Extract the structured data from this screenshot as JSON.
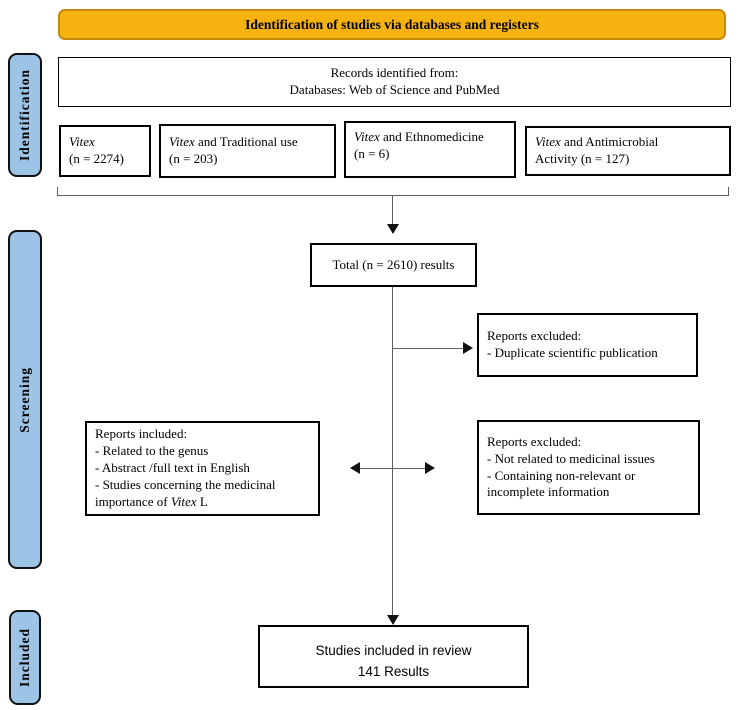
{
  "banner": {
    "title": "Identification of studies via databases and registers"
  },
  "sidebar": {
    "labels": [
      {
        "label": "Identification"
      },
      {
        "label": "Screening"
      },
      {
        "label": "Included"
      }
    ]
  },
  "records_box": {
    "line1": "Records identified from:",
    "line2": "Databases: Web of Science and PubMed"
  },
  "keyword_boxes": [
    {
      "italic": "Vitex",
      "rest": "",
      "line2": "(n = 2274)"
    },
    {
      "italic": "Vitex",
      "rest": " and Traditional use",
      "line2": "(n = 203)"
    },
    {
      "italic": "Vitex",
      "rest": " and Ethnomedicine",
      "line2": "(n = 6)"
    },
    {
      "italic": "Vitex",
      "rest": " and Antimicrobial",
      "line2": "Activity (n = 127)"
    }
  ],
  "total_box": {
    "text": "Total (n = 2610) results"
  },
  "excluded_box_1": {
    "line1": "Reports excluded:",
    "line2": "- Duplicate scientific publication"
  },
  "included_box": {
    "line1": "Reports included:",
    "line2": "- Related to the genus",
    "line3": "- Abstract /full text in English",
    "line4": "- Studies concerning the medicinal",
    "line5_pre": "importance of ",
    "line5_italic": "Vitex",
    "line5_post": " L"
  },
  "excluded_box_2": {
    "line1": "Reports excluded:",
    "line2": "- Not related to medicinal issues",
    "line3": "- Containing non-relevant or",
    "line4": "incomplete information"
  },
  "final_box": {
    "line1": "Studies included in review",
    "line2": "141 Results"
  },
  "colors": {
    "banner_fill": "#F6B30F",
    "banner_border": "#C8880B",
    "sidebar_fill": "#9DC3E6",
    "line": "#5f5f5f"
  }
}
